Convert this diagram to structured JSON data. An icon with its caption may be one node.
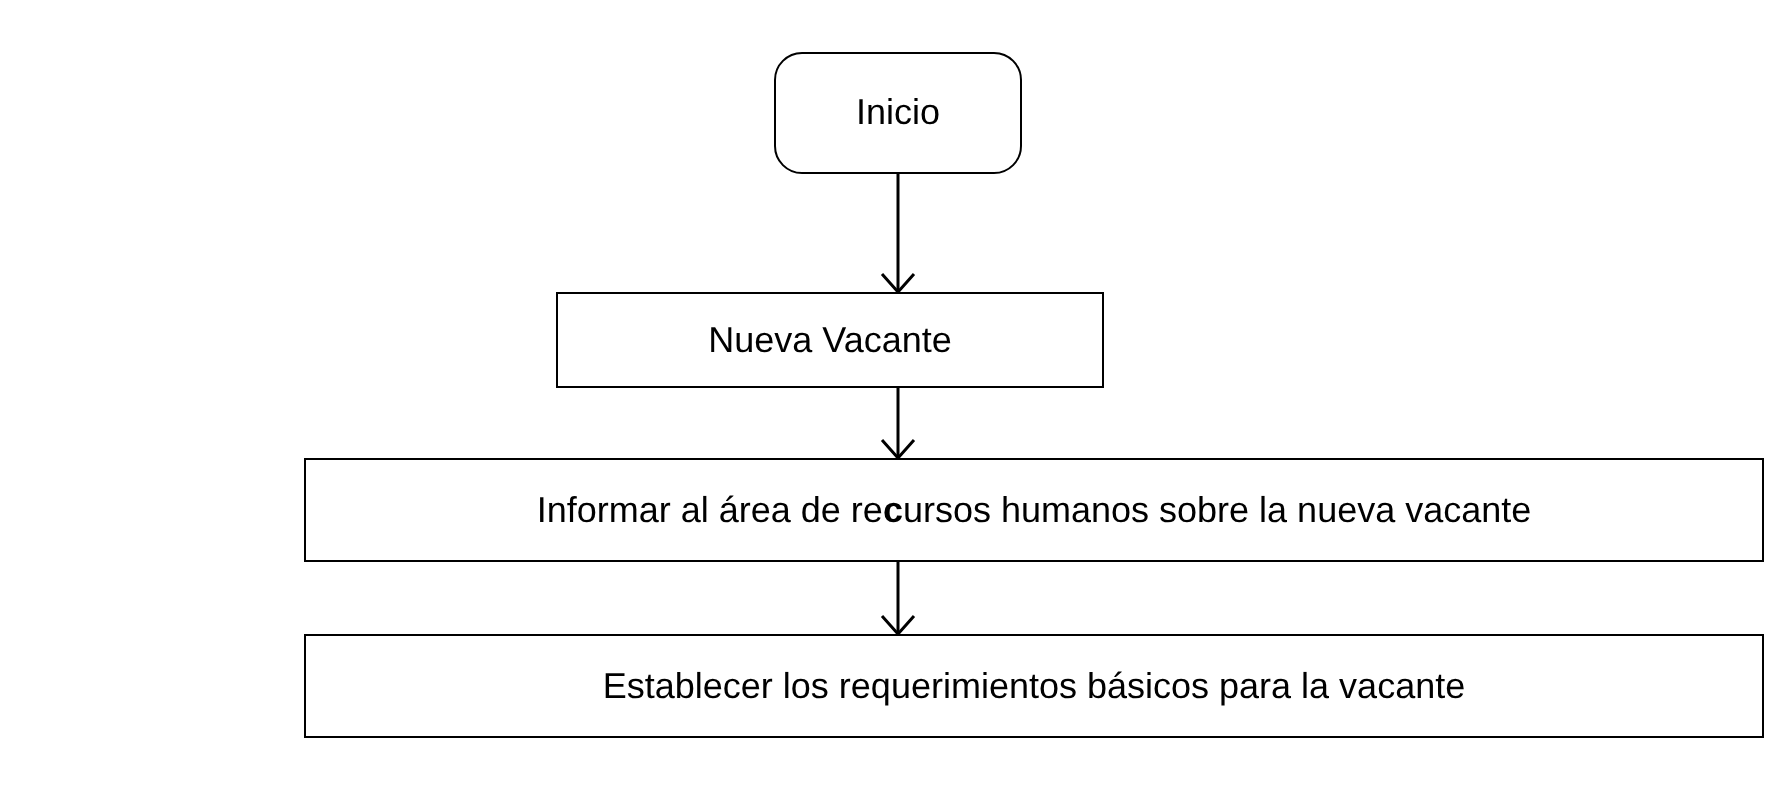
{
  "diagram": {
    "nodes": [
      {
        "text": [
          "Inicio"
        ]
      },
      {
        "text": [
          "Nueva Vacante"
        ]
      },
      {
        "text": [
          "Informar al área de re**c**ursos humanos sobre la nueva vacante"
        ]
      },
      {
        "text": [
          "Establecer los requerimientos básicos para la vacante"
        ]
      }
    ],
    "edges": [
      {
        "from": 0,
        "to": 1,
        "arrow": "to"
      },
      {
        "from": 1,
        "to": 2,
        "arrow": "to"
      },
      {
        "from": 2,
        "to": 3,
        "arrow": "to"
      }
    ]
  }
}
